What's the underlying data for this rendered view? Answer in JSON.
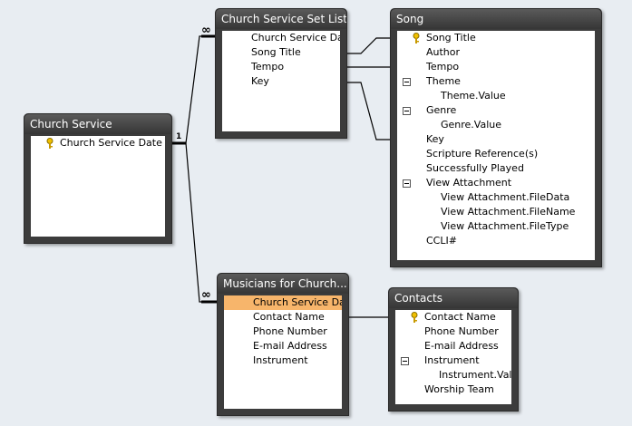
{
  "tables": {
    "church_service": {
      "title": "Church Service",
      "fields": [
        "Church Service Date"
      ]
    },
    "set_list": {
      "title": "Church Service Set List",
      "fields": [
        "Church Service Dat",
        "Song Title",
        "Tempo",
        "Key"
      ]
    },
    "song": {
      "title": "Song",
      "fields": [
        "Song Title",
        "Author",
        "Tempo",
        "Theme",
        "Theme.Value",
        "Genre",
        "Genre.Value",
        "Key",
        "Scripture Reference(s)",
        "Successfully Played",
        "View Attachment",
        "View Attachment.FileData",
        "View Attachment.FileName",
        "View Attachment.FileType",
        "CCLI#"
      ]
    },
    "musicians": {
      "title": "Musicians for Church...",
      "fields": [
        "Church Service Dat",
        "Contact Name",
        "Phone Number",
        "E-mail Address",
        "Instrument"
      ]
    },
    "contacts": {
      "title": "Contacts",
      "fields": [
        "Contact Name",
        "Phone Number",
        "E-mail Address",
        "Instrument",
        "Instrument.Valu",
        "Worship Team"
      ]
    }
  },
  "relationships": {
    "one_label": "1",
    "many_label": "∞"
  },
  "icons": {
    "primary_key": "key-icon",
    "multivalue_collapse": "collapse-icon"
  },
  "colors": {
    "selected_field": "#f7b56b",
    "title_bar": "#3c3c3c",
    "canvas": "#e8edf2"
  }
}
